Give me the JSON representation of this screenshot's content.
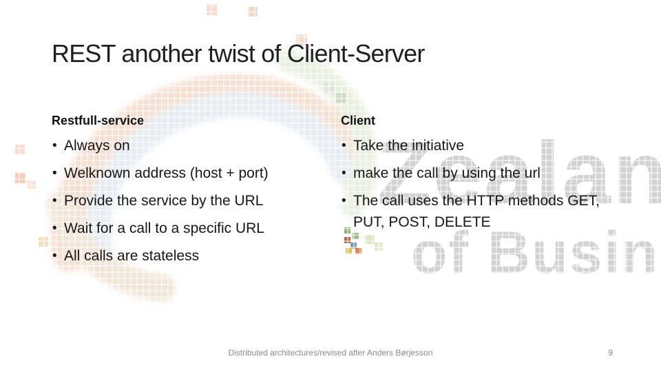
{
  "slide": {
    "title": "REST another twist of Client-Server",
    "columns": [
      {
        "header": "Restfull-service",
        "bullets": [
          "Always on",
          "Welknown address (host + port)",
          "Provide the service by the URL",
          "Wait for a call to a specific URL",
          "All calls are stateless"
        ]
      },
      {
        "header": "Client",
        "bullets": [
          "Take the initiative",
          "make the call by using the url",
          "The call uses the HTTP methods GET, PUT, POST, DELETE"
        ]
      }
    ],
    "footer": {
      "text": "Distributed architectures/revised after Anders Børjesson",
      "page_number": "9"
    },
    "watermark": {
      "line1": "Zealand",
      "line2": "of Business",
      "text_color": "#d2d2d2",
      "accent_colors": {
        "pale_peach": "#f5ded0",
        "pale_blue": "#e4ebf0",
        "pale_green": "#e8efde",
        "tile_green": "#7fa65a",
        "tile_red": "#a5502c",
        "tile_blue": "#5c7f9d",
        "tile_yellow": "#d8b54a"
      }
    }
  }
}
